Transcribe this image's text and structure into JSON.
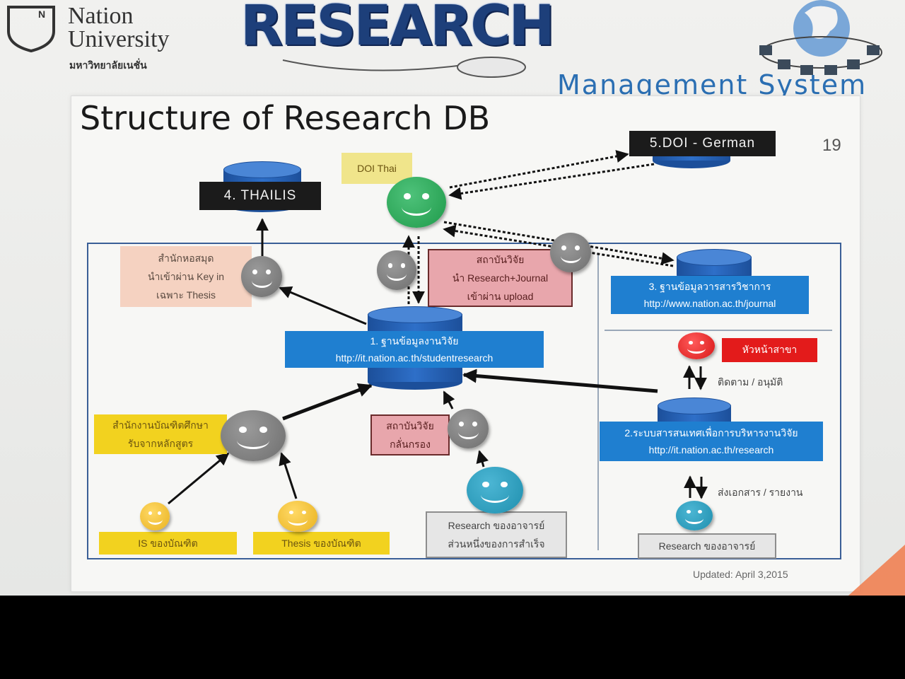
{
  "header": {
    "logo_letter": "N",
    "logo_line1": "Nation",
    "logo_line2": "University",
    "logo_thai": "มหาวิทยาลัยเนชั่น",
    "banner": "RESEARCH",
    "subtitle": "Management System"
  },
  "slide": {
    "title": "Structure of Research DB",
    "page_number": "19",
    "updated": "Updated: April 3,2015"
  },
  "nodes": {
    "doi_german": "5.DOI - German",
    "thailis": "4. THAILIS",
    "doi_thai": "DOI Thai",
    "library": [
      "สำนักหอสมุด",
      "นำเข้าผ่าน Key in",
      "เฉพาะ Thesis"
    ],
    "institute_upload": [
      "สถาบันวิจัย",
      "นำ Research+Journal",
      "เข้าผ่าน upload"
    ],
    "journal_db": [
      "3. ฐานข้อมูลวารสารวิชาการ",
      "http://www.nation.ac.th/journal"
    ],
    "research_db": [
      "1. ฐานข้อมูลงานวิจัย",
      "http://it.nation.ac.th/studentresearch"
    ],
    "head_dept": "หัวหน้าสาขา",
    "follow_approve": "ติดตาม / อนุมัติ",
    "mis": [
      "2.ระบบสารสนเทศเพื่อการบริหารงานวิจัย",
      "http://it.nation.ac.th/research"
    ],
    "submit_report": "ส่งเอกสาร / รายงาน",
    "grad_office": [
      "สำนักงานบัณฑิตศึกษา",
      "รับจากหลักสูตร"
    ],
    "institute_screen": [
      "สถาบันวิจัย",
      "กลั่นกรอง"
    ],
    "is_grad": "IS ของบัณฑิต",
    "thesis_grad": "Thesis ของบัณฑิต",
    "research_staff_success": [
      "Research ของอาจารย์",
      "ส่วนหนึ่งของการสำเร็จ"
    ],
    "research_staff": "Research ของอาจารย์"
  },
  "colors": {
    "db_blue": "#1f5fae",
    "box_blue": "#1f7fd0",
    "box_yellow": "#f2d21f",
    "box_red": "#e31b1b",
    "box_pink": "#e8a6ac",
    "box_black": "#1b1b1b"
  }
}
